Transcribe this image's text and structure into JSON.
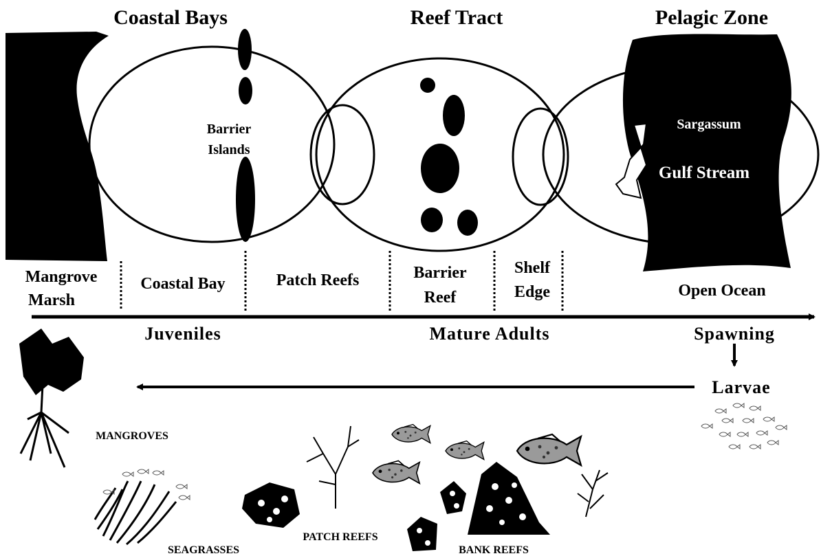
{
  "headers": {
    "coastal_bays": "Coastal Bays",
    "reef_tract": "Reef Tract",
    "pelagic_zone": "Pelagic Zone"
  },
  "map_labels": {
    "barrier_islands_line1": "Barrier",
    "barrier_islands_line2": "Islands",
    "sargassum": "Sargassum",
    "gulf_stream": "Gulf Stream"
  },
  "zones": {
    "mangrove_line1": "Mangrove",
    "mangrove_line2": "Marsh",
    "coastal_bay": "Coastal Bay",
    "patch_reefs": "Patch Reefs",
    "barrier_reef_line1": "Barrier",
    "barrier_reef_line2": "Reef",
    "shelf_edge_line1": "Shelf",
    "shelf_edge_line2": "Edge",
    "open_ocean": "Open Ocean"
  },
  "life_stages": {
    "juveniles": "Juveniles",
    "mature_adults": "Mature Adults",
    "spawning": "Spawning",
    "larvae": "Larvae"
  },
  "habitats": {
    "mangroves": "MANGROVES",
    "seagrasses": "SEAGRASSES",
    "patch_reefs": "PATCH REEFS",
    "bank_reefs": "BANK REEFS"
  },
  "colors": {
    "ink": "#000000",
    "paper": "#ffffff",
    "fish": "#777777"
  }
}
